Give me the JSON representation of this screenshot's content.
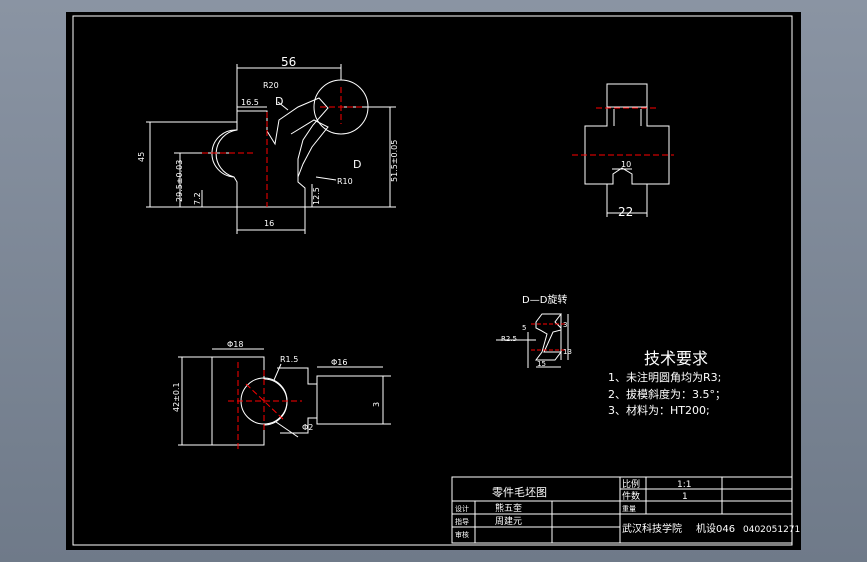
{
  "colors": {
    "background": "#000000",
    "outline": "#ffffff",
    "centerline": "#ff0000",
    "viewport": "#7f8a99"
  },
  "front_view": {
    "dims": [
      "56",
      "R20",
      "16.5",
      "D",
      "D",
      "R10",
      "7.2",
      "12.5",
      "16",
      "45",
      "29.5±0.03",
      "51.5±0.05"
    ]
  },
  "side_view": {
    "dims": [
      "10",
      "22"
    ]
  },
  "section_view": {
    "title": "D—D旋转",
    "dims": [
      "R2.5",
      "5",
      "15",
      "3",
      "13"
    ]
  },
  "top_view": {
    "dims": [
      "Φ18",
      "R1.5",
      "Φ16",
      "42±0.1",
      "3",
      "Φ2"
    ]
  },
  "tech_requirements": {
    "title": "技术要求",
    "items": [
      "1、未注明圆角均为R3;",
      "2、拔模斜度为：3.5°；",
      "3、材料为：HT200;"
    ]
  },
  "title_block": {
    "drawing_name": "零件毛坯图",
    "scale_label": "比例",
    "scale_value": "1:1",
    "qty_label": "件数",
    "qty_value": "1",
    "weight_label": "重量",
    "design_label": "设计",
    "designer": "熊五奎",
    "guide_label": "指导",
    "guide": "周建元",
    "review_label": "审核",
    "school": "武汉科技学院",
    "class": "机设046",
    "student_id": "0402051271"
  }
}
